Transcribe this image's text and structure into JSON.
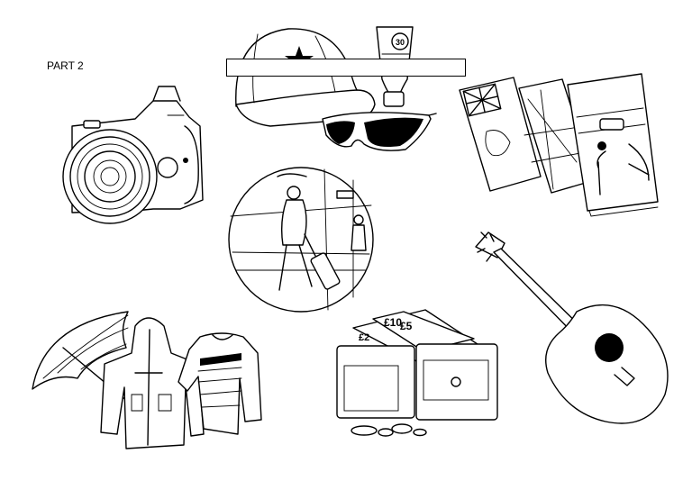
{
  "page": {
    "label": "PART 2",
    "answer_box_value": ""
  },
  "illustrations": {
    "sunscreen_spf": "30",
    "banknote_values": [
      "£10",
      "£5",
      "£2"
    ]
  }
}
